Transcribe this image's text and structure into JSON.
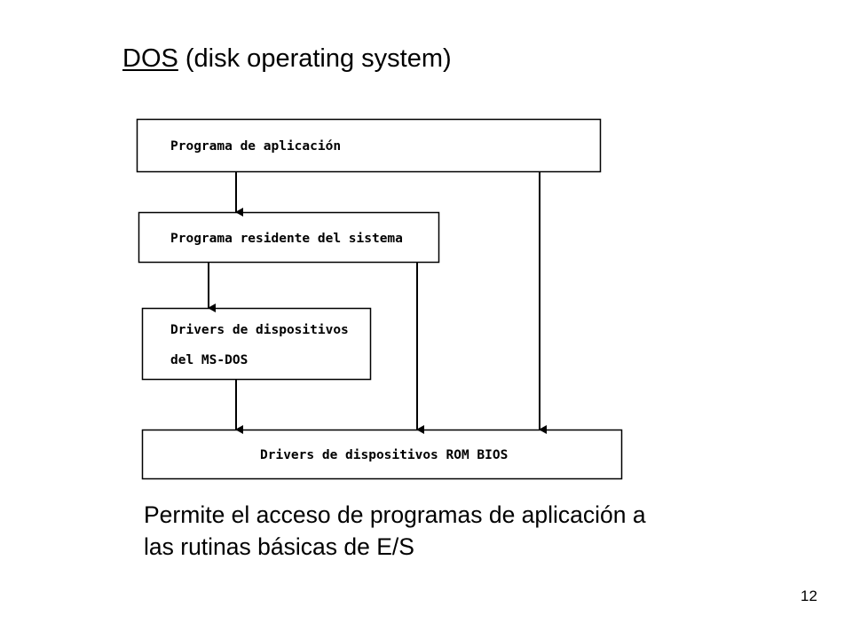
{
  "slide": {
    "title_acronym": "DOS",
    "title_rest": " (disk operating system)",
    "caption_line1": "Permite el acceso de programas de aplicación a",
    "caption_line2": "las rutinas básicas de E/S",
    "page_number": "12"
  },
  "diagram": {
    "boxes": {
      "application": "Programa de aplicación",
      "resident": "Programa residente del sistema",
      "msdos_drivers_line1": "Drivers de dispositivos",
      "msdos_drivers_line2": "del MS-DOS",
      "rom_bios_drivers": "Drivers de dispositivos ROM BIOS"
    },
    "colors": {
      "stroke": "#000000",
      "background": "#ffffff"
    }
  }
}
